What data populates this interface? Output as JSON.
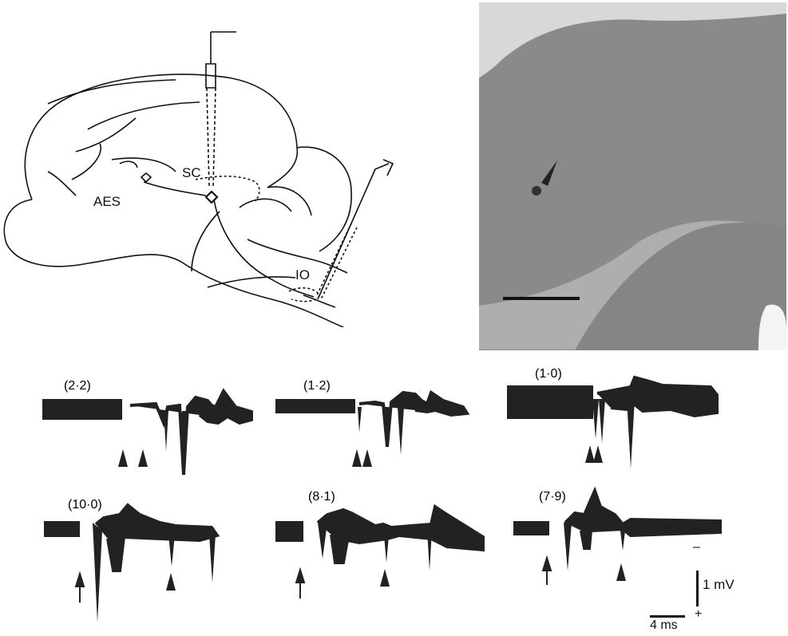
{
  "brain_labels": {
    "sc": "SC",
    "aes": "AES",
    "io": "IO"
  },
  "traces": [
    {
      "label": "(2·2)"
    },
    {
      "label": "(1·2)"
    },
    {
      "label": "(1·0)"
    },
    {
      "label": "(10·0)"
    },
    {
      "label": "(8·1)"
    },
    {
      "label": "(7·9)"
    }
  ],
  "scale": {
    "voltage": "1 mV",
    "time": "4 ms",
    "minus": "–",
    "plus": "+"
  }
}
